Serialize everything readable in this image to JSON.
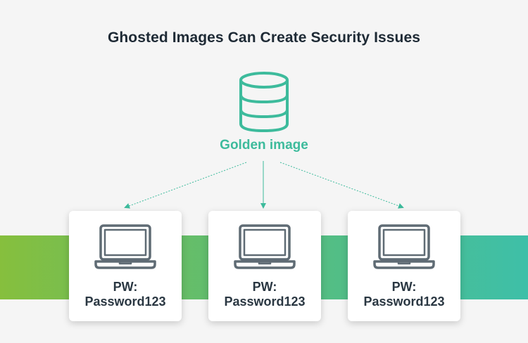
{
  "title": "Ghosted Images Can Create Security Issues",
  "source": {
    "label": "Golden image",
    "icon": "database-icon"
  },
  "targets": [
    {
      "line1": "PW:",
      "line2": "Password123",
      "icon": "laptop-icon"
    },
    {
      "line1": "PW:",
      "line2": "Password123",
      "icon": "laptop-icon"
    },
    {
      "line1": "PW:",
      "line2": "Password123",
      "icon": "laptop-icon"
    }
  ],
  "colors": {
    "accent": "#3dbb9c",
    "icon_gray": "#5f6b74",
    "band_start": "#86bf3d",
    "band_end": "#3ebfa8",
    "title": "#1e2a35"
  }
}
